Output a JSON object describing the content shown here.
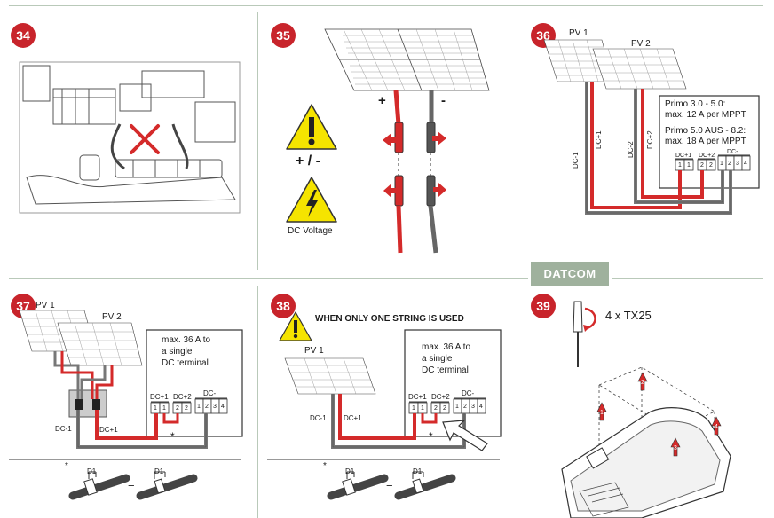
{
  "steps": {
    "s34": {
      "number": "34"
    },
    "s35": {
      "number": "35",
      "plus": "+",
      "minus": "-",
      "polarity": "+ / -",
      "dc_voltage": "DC Voltage"
    },
    "s36": {
      "number": "36",
      "pv1": "PV 1",
      "pv2": "PV 2",
      "note1a": "Primo 3.0 - 5.0:",
      "note1b": "max. 12 A per MPPT",
      "note2a": "Primo 5.0 AUS - 8.2:",
      "note2b": "max. 18 A per MPPT",
      "dcp1": "DC+1",
      "dcp2": "DC+2",
      "dcm": "DC-",
      "t1": "1",
      "t2": "2",
      "t3": "3",
      "t4": "4",
      "cable_dcm1": "DC-1",
      "cable_dcp1": "DC+1",
      "cable_dcm2": "DC-2",
      "cable_dcp2": "DC+2"
    },
    "s37": {
      "number": "37",
      "pv1": "PV 1",
      "pv2": "PV 2",
      "note_a": "max. 36 A to",
      "note_b": "a single",
      "note_c": "DC terminal",
      "dcp1": "DC+1",
      "dcp2": "DC+2",
      "dcm": "DC-",
      "t1": "1",
      "t2": "2",
      "t3": "3",
      "t4": "4",
      "cable_dcm1": "DC-1",
      "cable_dcp1": "DC+1",
      "star": "*",
      "d1": "D1",
      "eq": "="
    },
    "s38": {
      "number": "38",
      "title": "WHEN ONLY ONE STRING IS USED",
      "pv1": "PV 1",
      "note_a": "max. 36 A to",
      "note_b": "a single",
      "note_c": "DC terminal",
      "dcp1": "DC+1",
      "dcp2": "DC+2",
      "dcm": "DC-",
      "t1": "1",
      "t2": "2",
      "t3": "3",
      "t4": "4",
      "cable_dcm1": "DC-1",
      "cable_dcp1": "DC+1",
      "star": "*",
      "d1": "D1",
      "eq": "="
    },
    "s39": {
      "number": "39",
      "screws": "4 x TX25",
      "n1": "1",
      "n2": "2",
      "n3": "3",
      "n4": "4"
    }
  },
  "datcom": {
    "label": "DATCOM"
  },
  "colors": {
    "accent_red": "#c8242b",
    "wire_red": "#d42a2a",
    "wire_gray": "#777777",
    "rule": "#b9c9b9",
    "warning_yellow": "#f5e400",
    "section_tab": "#9fb19d"
  }
}
